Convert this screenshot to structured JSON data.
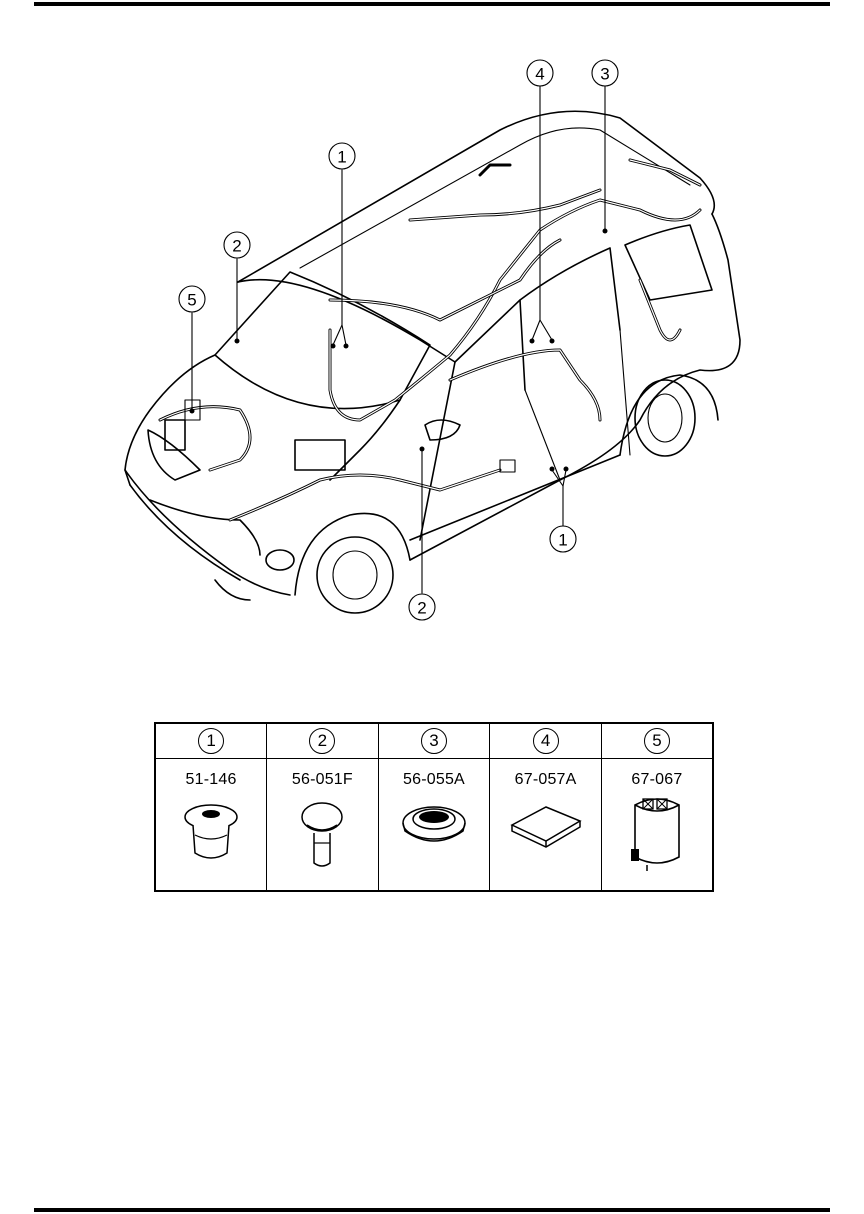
{
  "diagram": {
    "callouts": [
      {
        "id": "c1a",
        "label": "1"
      },
      {
        "id": "c1b",
        "label": "1"
      },
      {
        "id": "c2a",
        "label": "2"
      },
      {
        "id": "c2b",
        "label": "2"
      },
      {
        "id": "c3",
        "label": "3"
      },
      {
        "id": "c4",
        "label": "4"
      },
      {
        "id": "c5",
        "label": "5"
      }
    ]
  },
  "parts_table": {
    "columns": [
      {
        "number": "1",
        "part_no": "51-146",
        "icon": "grommet-plug-icon"
      },
      {
        "number": "2",
        "part_no": "56-051F",
        "icon": "push-clip-icon"
      },
      {
        "number": "3",
        "part_no": "56-055A",
        "icon": "round-grommet-icon"
      },
      {
        "number": "4",
        "part_no": "67-057A",
        "icon": "pad-icon"
      },
      {
        "number": "5",
        "part_no": "67-067",
        "icon": "connector-cover-icon"
      }
    ]
  }
}
